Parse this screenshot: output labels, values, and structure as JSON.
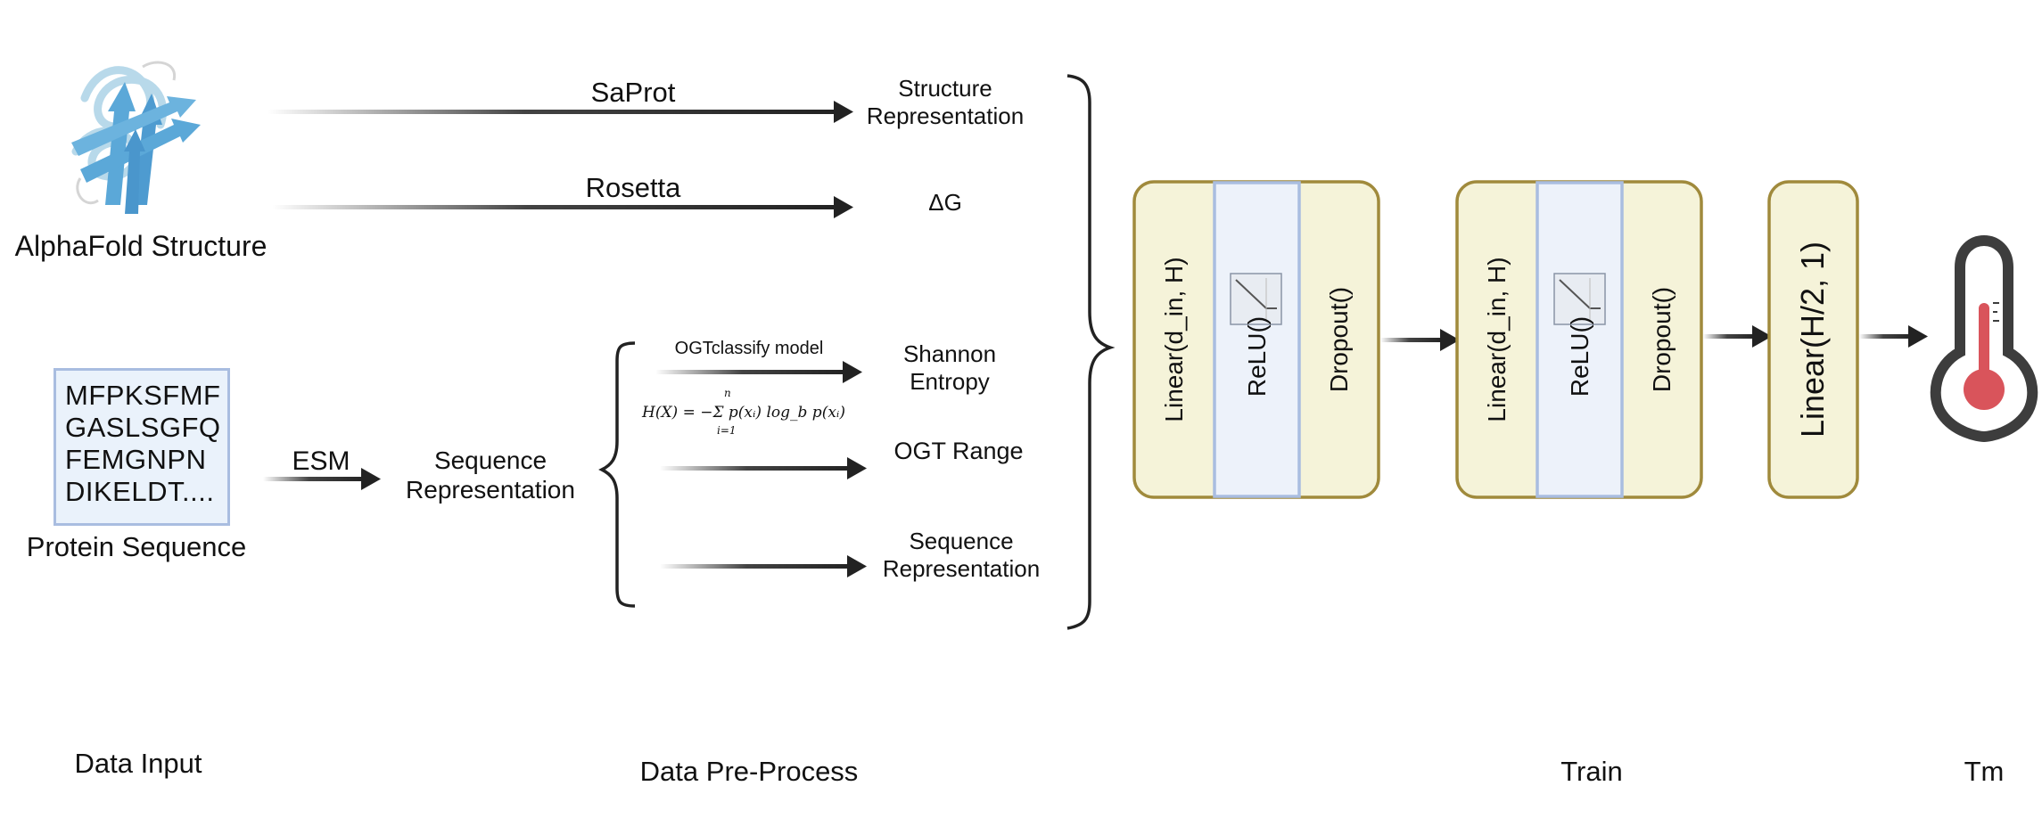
{
  "input": {
    "structure_label": "AlphaFold Structure",
    "sequence_lines": [
      "MFPKSFMF",
      "GASLSGFQ",
      "FEMGNPN",
      "DIKELDT...."
    ],
    "sequence_label": "Protein Sequence",
    "esm_label": "ESM",
    "sequence_representation": "Sequence\nRepresentation"
  },
  "preprocess": {
    "saprot_label": "SaProt",
    "rosetta_label": "Rosetta",
    "structure_representation": "Structure\nRepresentation",
    "delta_g": "ΔG",
    "ogt_model_label": "OGTclassify model",
    "shannon_entropy": "Shannon\nEntropy",
    "formula": "H(X) = −Σ p(xᵢ) log_b p(xᵢ)",
    "formula_limits": {
      "upper": "n",
      "lower": "i=1"
    },
    "ogt_range": "OGT Range",
    "sequence_representation_2": "Sequence\nRepresentation"
  },
  "train": {
    "block1": {
      "linear": "Linear(d_in, H)",
      "relu": "ReLU()",
      "dropout": "Dropout()"
    },
    "block2": {
      "linear": "Linear(d_in, H)",
      "relu": "ReLU()",
      "dropout": "Dropout()"
    },
    "final_linear": "Linear(H/2, 1)"
  },
  "sections": {
    "data_input": "Data Input",
    "data_preprocess": "Data Pre-Process",
    "train": "Train",
    "tm": "Tm"
  },
  "colors": {
    "linear_fill": "#f5f3d9",
    "linear_border": "#a08a3c",
    "relu_fill": "#edf2fa",
    "relu_border": "#a9bde0",
    "protein_blue": "#5ba8d8",
    "thermo_red": "#d9545b",
    "thermo_dark": "#3d3d3d"
  }
}
